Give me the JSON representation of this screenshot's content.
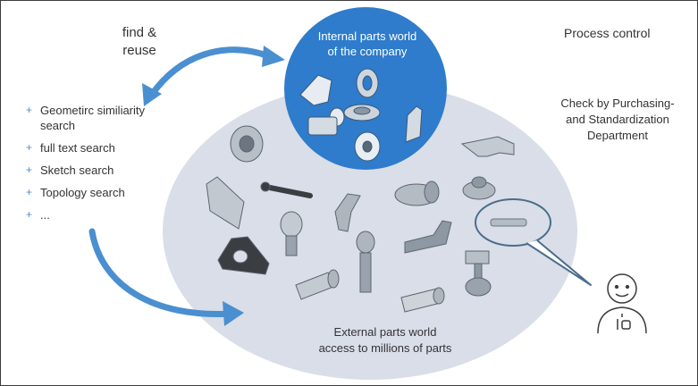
{
  "labels": {
    "find_reuse": [
      "find &",
      "reuse"
    ],
    "process_control": "Process control",
    "check": [
      "Check by Purchasing-",
      "and Standardization",
      "Department"
    ],
    "internal": [
      "Internal parts world",
      "of the company"
    ],
    "external": [
      "External parts world",
      "access to millions of parts"
    ]
  },
  "search_methods": [
    {
      "bullet": "+",
      "label": "Geometirc similiarity search"
    },
    {
      "bullet": "+",
      "label": "full text search"
    },
    {
      "bullet": "+",
      "label": "Sketch search"
    },
    {
      "bullet": "+",
      "label": "Topology search"
    },
    {
      "bullet": "+",
      "label": "..."
    }
  ],
  "colors": {
    "internal_circle": "#2e7ccb",
    "external_ellipse": "#d9dee8",
    "arrow": "#4a8fd0",
    "outline": "#4a6d8c",
    "part_metal": "#9aa3ad",
    "part_dark": "#3a3d42"
  },
  "icons": {
    "parts": "cad-part-icon",
    "person": "person-icon",
    "speech": "speech-bubble-icon"
  }
}
